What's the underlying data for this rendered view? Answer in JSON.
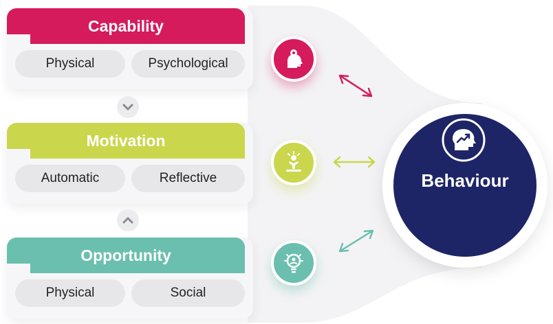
{
  "colors": {
    "capability": "#d51b5b",
    "motivation": "#cad64c",
    "opportunity": "#6bbfae",
    "behaviour": "#1e2566"
  },
  "components": [
    {
      "title": "Capability",
      "sub": [
        "Physical",
        "Psychological"
      ],
      "icon": "head-gear-icon",
      "arrow": "bidirectional-arrow"
    },
    {
      "title": "Motivation",
      "sub": [
        "Automatic",
        "Reflective"
      ],
      "icon": "cheering-person-icon",
      "arrow": "bidirectional-arrow"
    },
    {
      "title": "Opportunity",
      "sub": [
        "Physical",
        "Social"
      ],
      "icon": "lightbulb-person-icon",
      "arrow": "bidirectional-arrow"
    }
  ],
  "connectors": [
    "chevron-down-icon",
    "chevron-up-icon"
  ],
  "behaviour": {
    "label": "Behaviour",
    "icon": "head-growth-icon"
  }
}
